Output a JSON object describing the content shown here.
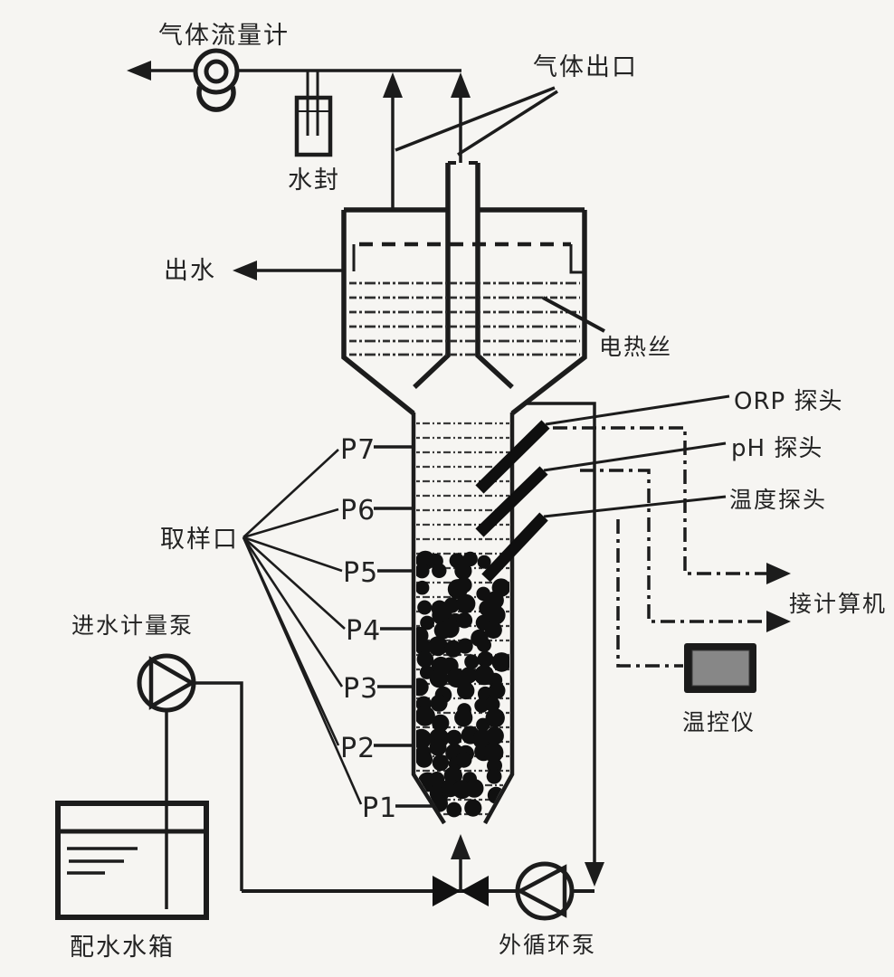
{
  "labels": {
    "gas_flow_meter": "气体流量计",
    "gas_outlet": "气体出口",
    "water_seal": "水封",
    "effluent": "出水",
    "heating_wire": "电热丝",
    "orp_probe": "ORP 探头",
    "ph_probe": "pH 探头",
    "temp_probe": "温度探头",
    "to_computer": "接计算机",
    "temp_controller": "温控仪",
    "sampling_ports_label": "取样口",
    "influent_pump": "进水计量泵",
    "water_tank": "配水水箱",
    "circulation_pump": "外循环泵",
    "ports": [
      "P7",
      "P6",
      "P5",
      "P4",
      "P3",
      "P2",
      "P1"
    ]
  },
  "colors": {
    "background": "#f6f5f2",
    "line": "#1c1c1c",
    "granule": "#101010",
    "controller_body": "#1b1b1b",
    "controller_screen": "#878787"
  }
}
